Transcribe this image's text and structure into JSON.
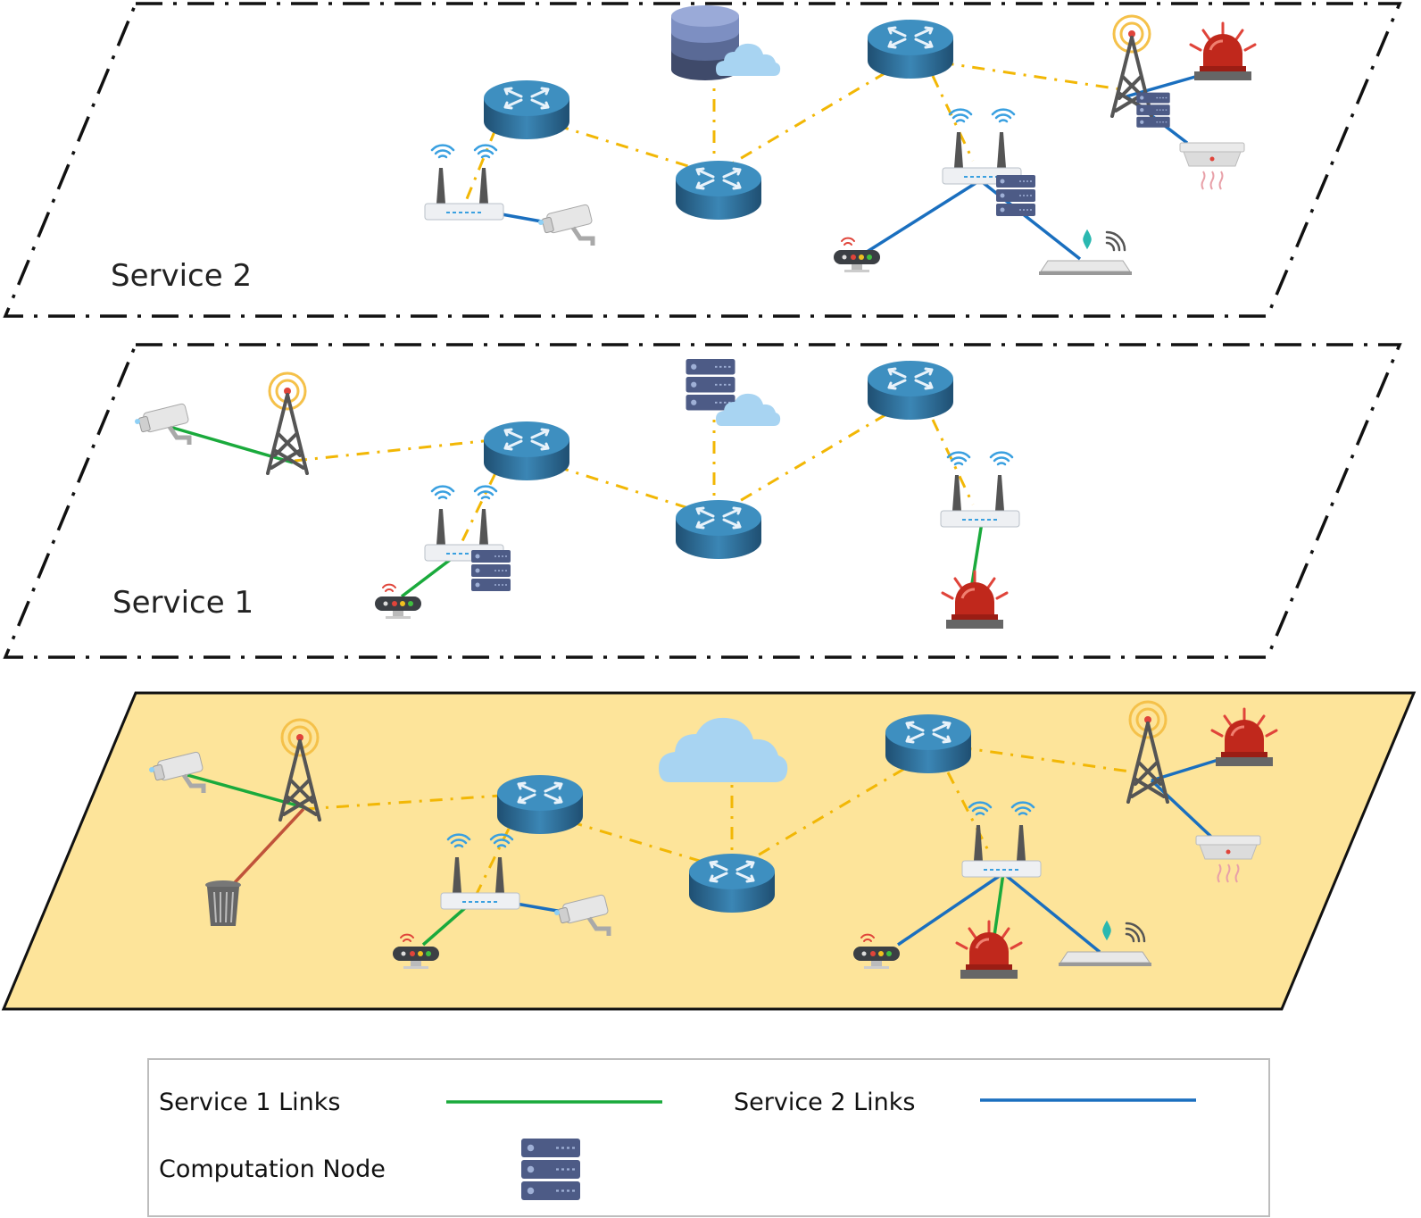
{
  "layers": {
    "service2_label": "Service 2",
    "service1_label": "Service 1"
  },
  "legend": {
    "service1_links": "Service 1 Links",
    "service2_links": "Service 2 Links",
    "computation_node": "Computation Node"
  },
  "colors": {
    "service1_link": "#1aaa3c",
    "service2_link": "#1a6fbf",
    "physical_link": "#f2b705",
    "extra_link": "#c0533a",
    "substrate_fill": "#fde49a",
    "router": "#2f6f98",
    "server": "#4a5a86",
    "cloud": "#a8d4f2"
  },
  "icons": [
    "router-icon",
    "cloud-icon",
    "database-icon",
    "server-icon",
    "wifi-router-icon",
    "cell-tower-icon",
    "camera-icon",
    "alarm-icon",
    "smoke-detector-icon",
    "water-sensor-icon",
    "sensor-node-icon",
    "trash-bin-icon"
  ]
}
